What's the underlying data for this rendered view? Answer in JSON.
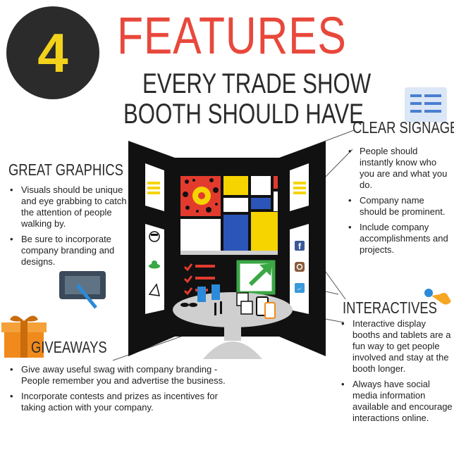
{
  "header": {
    "number": "4",
    "title": "FEATURES",
    "subtitle_line1": "EVERY TRADE SHOW",
    "subtitle_line2": "BOOTH SHOULD HAVE"
  },
  "sections": {
    "great_graphics": {
      "heading": "GREAT GRAPHICS",
      "bullets": [
        "Visuals should be unique and eye grabbing to catch the attention of people walking by.",
        "Be sure to incorporate company branding and designs."
      ]
    },
    "clear_signage": {
      "heading": "CLEAR SIGNAGE",
      "bullets": [
        "People should instantly know who you are and what you do.",
        "Company name should be prominent.",
        "Include company accomplishments and projects."
      ]
    },
    "giveaways": {
      "heading": "GIVEAWAYS",
      "bullets": [
        "Give away useful swag with company branding - People remember you and advertise the business.",
        "Incorporate contests and prizes as incentives for taking action with your company."
      ]
    },
    "interactives": {
      "heading": "INTERACTIVES",
      "bullets": [
        "Interactive display booths and tablets are a fun way to get people involved and stay at the booth longer.",
        "Always have social media information available and encourage interactions online."
      ]
    }
  },
  "icons": {
    "signage": "document-list-icon",
    "tablet": "drawing-tablet-icon",
    "gift": "gift-box-icon",
    "touch": "pointing-hand-icon",
    "social": [
      "facebook-icon",
      "instagram-icon",
      "twitter-icon"
    ]
  },
  "colors": {
    "title_red": "#e8483b",
    "badge_dark": "#2b2b2b",
    "badge_yellow": "#f2d21b",
    "booth_black": "#111111",
    "accent_blue": "#2b55b8",
    "accent_yellow": "#f5d400",
    "accent_green": "#3aa844"
  }
}
